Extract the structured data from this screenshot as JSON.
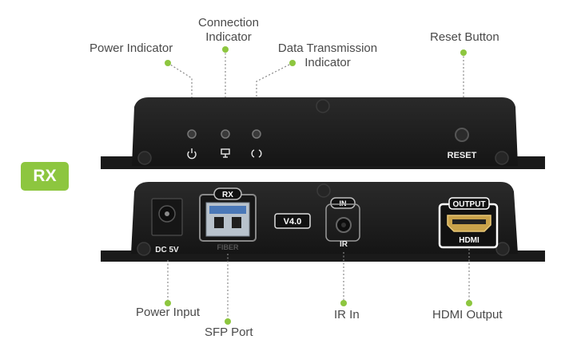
{
  "badge": {
    "label": "RX",
    "color": "#8dc63f"
  },
  "top_panel": {
    "indicator_icons": [
      "power-icon",
      "connection-icon",
      "data-transmission-icon"
    ],
    "reset_label": "RESET"
  },
  "bottom_panel": {
    "dc_label": "DC 5V",
    "sfp_tag": "RX",
    "sfp_label": "FIBER",
    "version_label": "V4.0",
    "ir_tag": "IN",
    "ir_label": "IR",
    "hdmi_tag": "OUTPUT",
    "hdmi_label": "HDMI"
  },
  "callouts": {
    "power_indicator": "Power Indicator",
    "connection_indicator_1": "Connection",
    "connection_indicator_2": "Indicator",
    "data_indicator_1": "Data Transmission",
    "data_indicator_2": "Indicator",
    "reset_button": "Reset Button",
    "power_input": "Power Input",
    "sfp_port": "SFP Port",
    "ir_in": "IR In",
    "hdmi_output": "HDMI Output"
  },
  "colors": {
    "dot": "#8dc63f",
    "chassis": "#1c1c1c",
    "leader": "#888888"
  }
}
